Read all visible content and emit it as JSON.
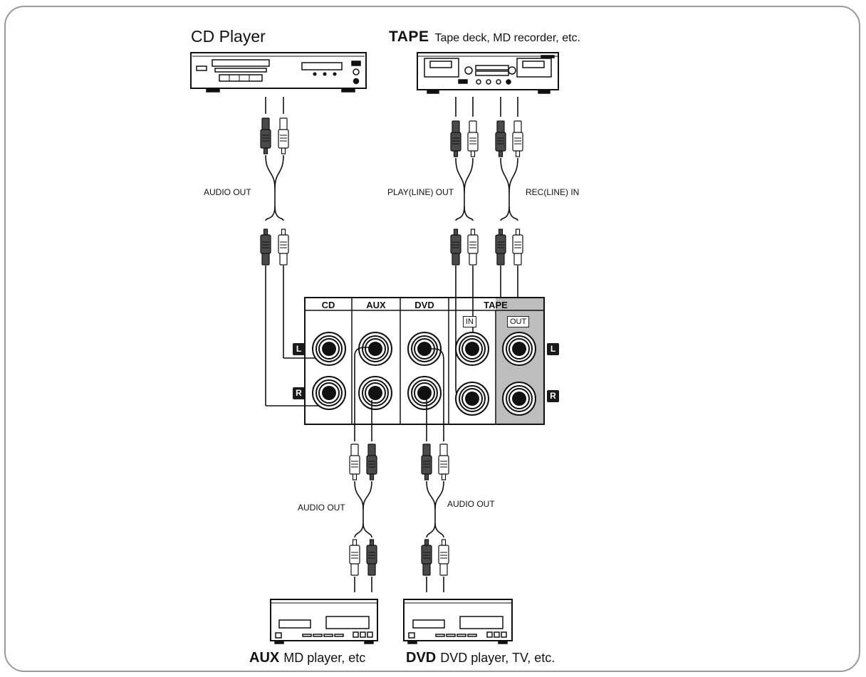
{
  "devices": {
    "cd": {
      "title": "CD Player",
      "cable_label": "AUDIO OUT"
    },
    "tape": {
      "tag": "TAPE",
      "description": "Tape deck, MD recorder, etc.",
      "play_label": "PLAY(LINE) OUT",
      "rec_label": "REC(LINE) IN"
    },
    "aux": {
      "tag": "AUX",
      "description": "MD player, etc",
      "cable_label": "AUDIO OUT"
    },
    "dvd": {
      "tag": "DVD",
      "description": "DVD player, TV, etc.",
      "cable_label": "AUDIO OUT"
    }
  },
  "panel": {
    "headers": {
      "cd": "CD",
      "aux": "AUX",
      "dvd": "DVD",
      "tape": "TAPE"
    },
    "tape_sub": {
      "in": "IN",
      "out": "OUT"
    },
    "channel_markers": {
      "left": "L",
      "right": "R"
    }
  },
  "colors": {
    "line": "#1a1a1a",
    "plug_dark": "#4a4a4a",
    "panel_out_bg": "#bdbdbd",
    "frame": "#9a9a9a"
  }
}
